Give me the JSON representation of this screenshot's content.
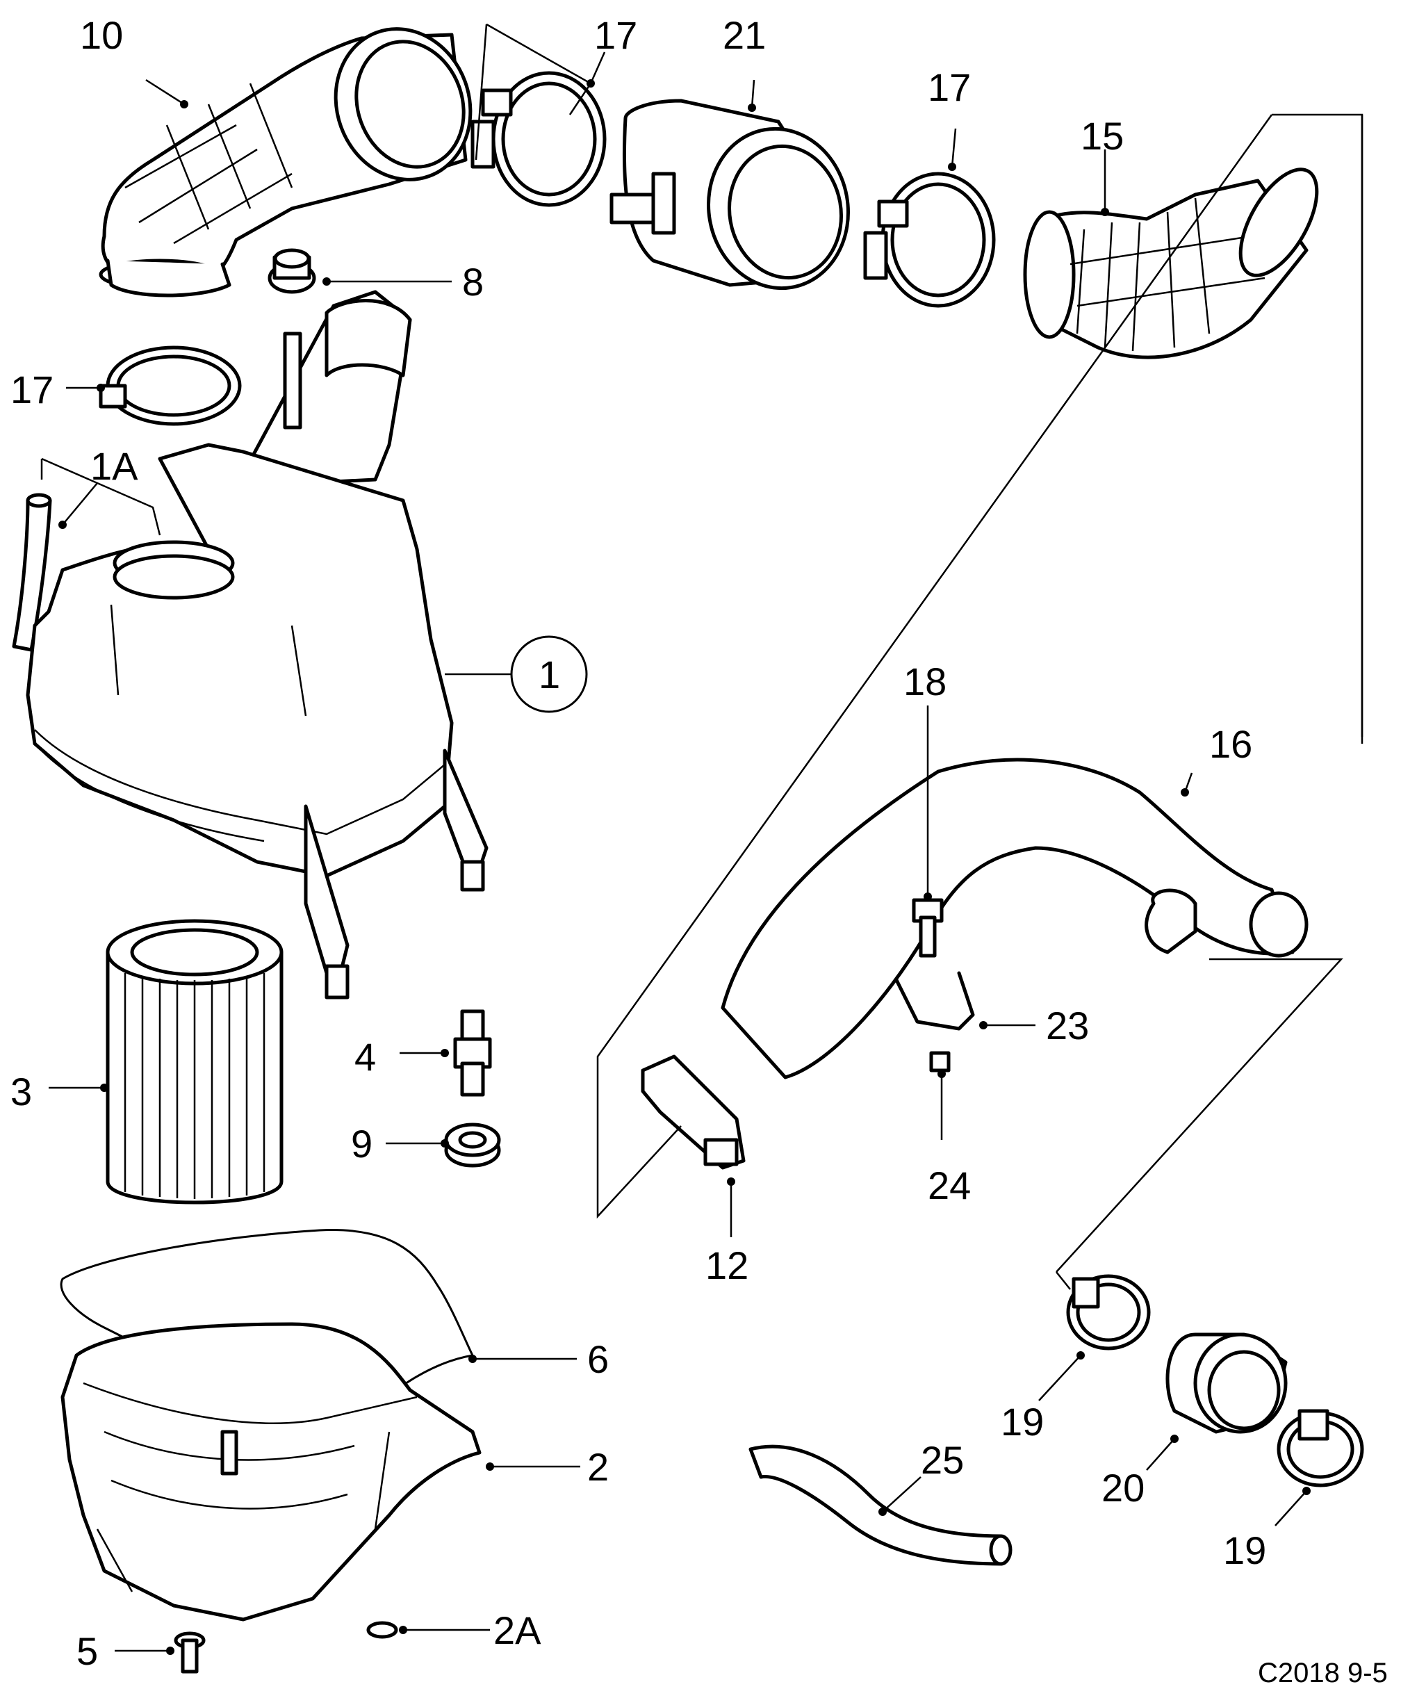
{
  "callouts": {
    "c10": "10",
    "c17a": "17",
    "c21": "21",
    "c17b": "17",
    "c15": "15",
    "c8": "8",
    "c17c": "17",
    "c1A": "1A",
    "c1": "1",
    "c18": "18",
    "c16": "16",
    "c23": "23",
    "c24": "24",
    "c12": "12",
    "c3": "3",
    "c4": "4",
    "c9": "9",
    "c6": "6",
    "c2": "2",
    "c2A": "2A",
    "c5": "5",
    "c19a": "19",
    "c20": "20",
    "c19b": "19",
    "c25": "25"
  },
  "figure_code": "C2018 9-5"
}
